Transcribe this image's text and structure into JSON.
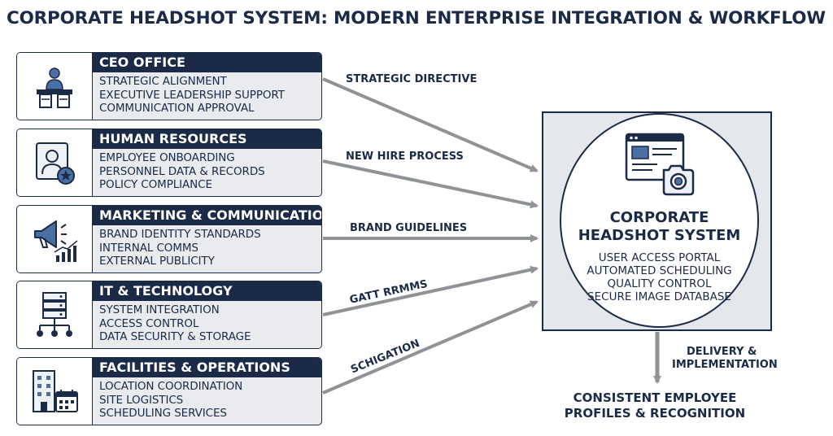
{
  "title": "CORPORATE HEADSHOT SYSTEM: MODERN ENTERPRISE INTEGRATION & WORKFLOW",
  "departments": [
    {
      "name": "CEO OFFICE",
      "icon": "executive-desk-icon",
      "items": [
        "STRATEGIC ALIGNMENT",
        "EXECUTIVE LEADERSHIP SUPPORT",
        "COMMUNICATION APPROVAL"
      ]
    },
    {
      "name": "HUMAN RESOURCES",
      "icon": "employee-badge-icon",
      "items": [
        "EMPLOYEE ONBOARDING",
        "PERSONNEL DATA & RECORDS",
        "POLICY COMPLIANCE"
      ]
    },
    {
      "name": "MARKETING & COMMUNICATIONS",
      "icon": "megaphone-chart-icon",
      "items": [
        "BRAND IDENTITY STANDARDS",
        "INTERNAL COMMS",
        "EXTERNAL PUBLICITY"
      ]
    },
    {
      "name": "IT & TECHNOLOGY",
      "icon": "server-network-icon",
      "items": [
        "SYSTEM INTEGRATION",
        "ACCESS CONTROL",
        "DATA SECURITY & STORAGE"
      ]
    },
    {
      "name": "FACILITIES & OPERATIONS",
      "icon": "building-calendar-icon",
      "items": [
        "LOCATION COORDINATION",
        "SITE LOGISTICS",
        "SCHEDULING SERVICES"
      ]
    }
  ],
  "arrow_labels": [
    "STRATEGIC DIRECTIVE",
    "NEW HIRE PROCESS",
    "BRAND GUIDELINES",
    "GATT RRMMS",
    "SCHIGATION"
  ],
  "system": {
    "icon": "browser-camera-icon",
    "title_line1": "CORPORATE",
    "title_line2": "HEADSHOT SYSTEM",
    "features": [
      "USER ACCESS PORTAL",
      "AUTOMATED SCHEDULING",
      "QUALITY CONTROL",
      "SECURE IMAGE DATABASE"
    ]
  },
  "delivery": {
    "line1": "DELIVERY &",
    "line2": "IMPLEMENTATION"
  },
  "outcome": {
    "line1": "CONSISTENT EMPLOYEE",
    "line2": "PROFILES & RECOGNITION"
  },
  "colors": {
    "navy": "#1b2a47",
    "panel_gray": "#e9ebee",
    "arrow_gray": "#8f9297",
    "icon_blue": "#4a6fa5"
  }
}
